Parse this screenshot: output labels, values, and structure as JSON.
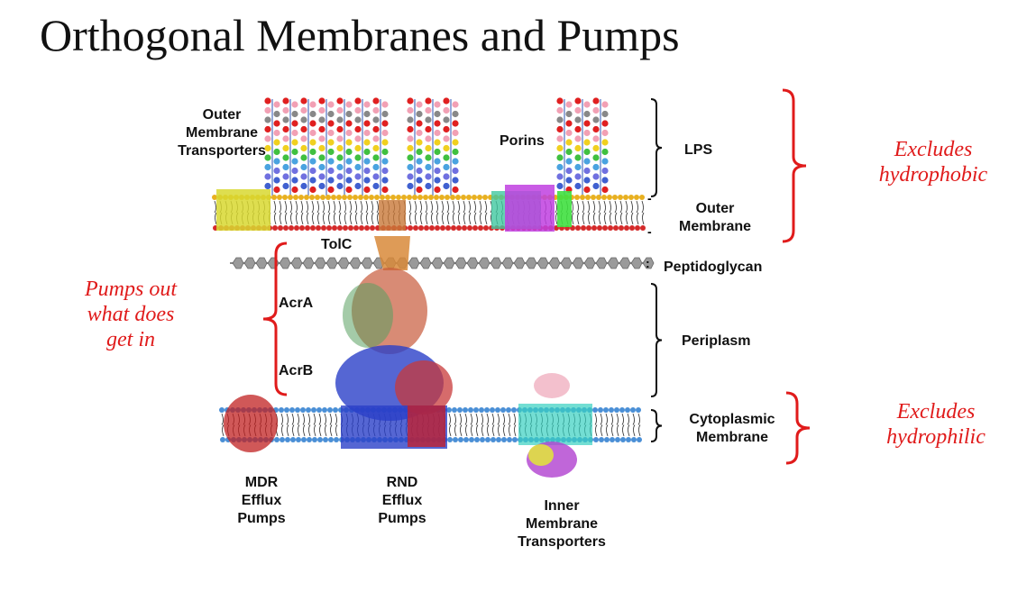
{
  "title": "Orthogonal Membranes and Pumps",
  "labels": {
    "outer_membrane_transporters": [
      "Outer",
      "Membrane",
      "Transporters"
    ],
    "porins": "Porins",
    "lps": "LPS",
    "outer_membrane": [
      "Outer",
      "Membrane"
    ],
    "tolc": "TolC",
    "peptidoglycan": "Peptidoglycan",
    "acra": "AcrA",
    "acrb": "AcrB",
    "periplasm": "Periplasm",
    "cytoplasmic_membrane": [
      "Cytoplasmic",
      "Membrane"
    ],
    "mdr_pumps": [
      "MDR",
      "Efflux",
      "Pumps"
    ],
    "rnd_pumps": [
      "RND",
      "Efflux",
      "Pumps"
    ],
    "inner_membrane_transporters": [
      "Inner",
      "Membrane",
      "Transporters"
    ]
  },
  "annotations": {
    "excludes_hydrophobic": [
      "Excludes",
      "hydrophobic"
    ],
    "pumps_out": [
      "Pumps out",
      "what does",
      "get in"
    ],
    "excludes_hydrophilic": [
      "Excludes",
      "hydrophilic"
    ]
  },
  "colors": {
    "annotation": "#e01b1b",
    "membrane_head": "#4a8fd6",
    "lps_sugar_red": "#e02020",
    "lps_sugar_pink": "#f2a0b4",
    "lps_sugar_blue": "#4aa3e0"
  }
}
